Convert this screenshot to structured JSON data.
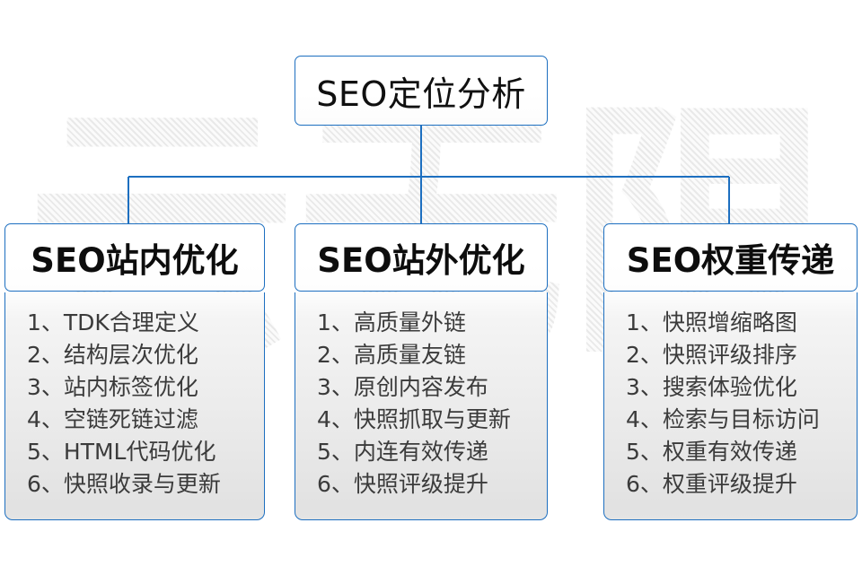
{
  "diagram": {
    "type": "org-chart",
    "watermark_text": "云无限",
    "accent_color": "#1d6fc0",
    "text_color": "#101010",
    "item_text_color": "#3b3b3b",
    "body_bg_color": "#ebebeb",
    "root": {
      "label": "SEO定位分析"
    },
    "columns": [
      {
        "id": "on-site",
        "title": "SEO站内优化",
        "items": [
          "1、TDK合理定义",
          "2、结构层次优化",
          "3、站内标签优化",
          "4、空链死链过滤",
          "5、HTML代码优化",
          "6、快照收录与更新"
        ]
      },
      {
        "id": "off-site",
        "title": "SEO站外优化",
        "items": [
          "1、高质量外链",
          "2、高质量友链",
          "3、原创内容发布",
          "4、快照抓取与更新",
          "5、内连有效传递",
          "6、快照评级提升"
        ]
      },
      {
        "id": "weight-transfer",
        "title": "SEO权重传递",
        "items": [
          "1、快照增缩略图",
          "2、快照评级排序",
          "3、搜索体验优化",
          "4、检索与目标访问",
          "5、权重有效传递",
          "6、权重评级提升"
        ]
      }
    ]
  }
}
